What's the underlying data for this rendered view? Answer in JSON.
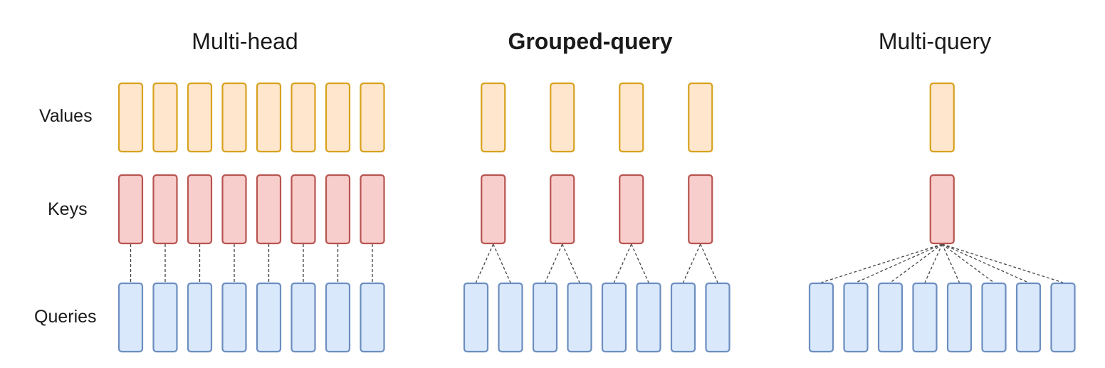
{
  "row_labels": {
    "values": "Values",
    "keys": "Keys",
    "queries": "Queries"
  },
  "colors": {
    "value_fill": "#ffe6cc",
    "value_stroke": "#d7a21e",
    "key_fill": "#f8cecc",
    "key_stroke": "#b85450",
    "query_fill": "#dae8fc",
    "query_stroke": "#6c8ebf"
  },
  "panels": [
    {
      "id": "multi-head",
      "title": "Multi-head",
      "title_bold": false,
      "num_queries": 8,
      "num_keys": 8,
      "num_values": 8
    },
    {
      "id": "grouped-query",
      "title": "Grouped-query",
      "title_bold": true,
      "num_queries": 8,
      "num_keys": 4,
      "num_values": 4
    },
    {
      "id": "multi-query",
      "title": "Multi-query",
      "title_bold": false,
      "num_queries": 8,
      "num_keys": 1,
      "num_values": 1
    }
  ]
}
